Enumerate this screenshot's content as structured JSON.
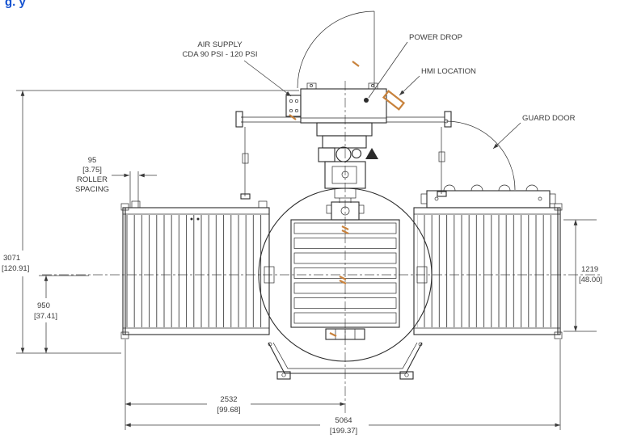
{
  "page": {
    "cropped_text": "g. y"
  },
  "labels": {
    "air_supply": {
      "line1": "AIR SUPPLY",
      "line2": "CDA 90 PSI - 120 PSI"
    },
    "power_drop": "POWER DROP",
    "hmi_location": "HMI LOCATION",
    "guard_door": "GUARD DOOR",
    "roller_spacing": {
      "mm": "95",
      "inch": "[3.75]",
      "line1": "ROLLER",
      "line2": "SPACING"
    }
  },
  "dimensions": {
    "overall_height": {
      "mm": "3071",
      "inch": "[120.91]"
    },
    "lower_height": {
      "mm": "950",
      "inch": "[37.41]"
    },
    "conveyor_height": {
      "mm": "1219",
      "inch": "[48.00]"
    },
    "half_width": {
      "mm": "2532",
      "inch": "[99.68]"
    },
    "overall_width": {
      "mm": "5064",
      "inch": "[199.37]"
    }
  },
  "colors": {
    "line": "#2b2b2b",
    "dim": "#3a3a3a",
    "accent_orange": "#c8823c",
    "cropped_text_blue": "#1552d0",
    "background": "#ffffff"
  }
}
